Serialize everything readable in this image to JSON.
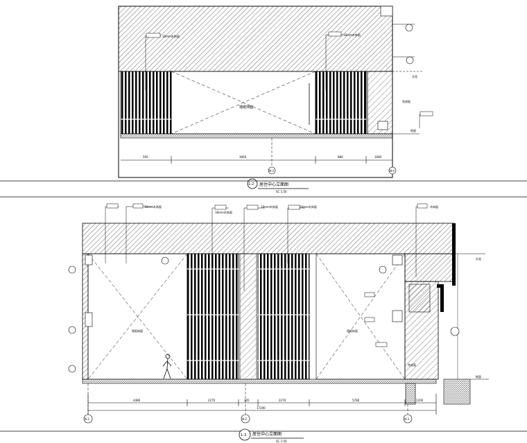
{
  "elevation_1": {
    "title": "居住中心立面图",
    "index": "1-2",
    "scale": "SC  1:50",
    "center_label": "墙纸饰面",
    "axis_labels": [
      "N-3",
      "N-4"
    ],
    "dimensions": [
      "595",
      "3660",
      "880",
      "1680"
    ],
    "callouts_left": [
      "18mm木饰面"
    ],
    "callouts_right": [
      "18mm木饰面",
      "天花",
      "完成面",
      "地面"
    ]
  },
  "elevation_2": {
    "title": "居住中心立面图",
    "index": "1-3",
    "scale": "SC  1:50",
    "left_label": "墙纸饰面",
    "right_label": "墙纸饰面",
    "axis_labels": [
      "N-1",
      "N-2",
      "N-3"
    ],
    "dimensions": [
      "4480",
      "2270",
      "205",
      "2270",
      "5780",
      "1200"
    ],
    "overall_dimension": "17200",
    "top_callouts": [
      "18mm木饰面",
      "18mm木饰面",
      "18mm木饰面",
      "18mm木饰面",
      "木饰面"
    ],
    "side_callouts": [
      "天花",
      "完成面",
      "地面"
    ]
  }
}
